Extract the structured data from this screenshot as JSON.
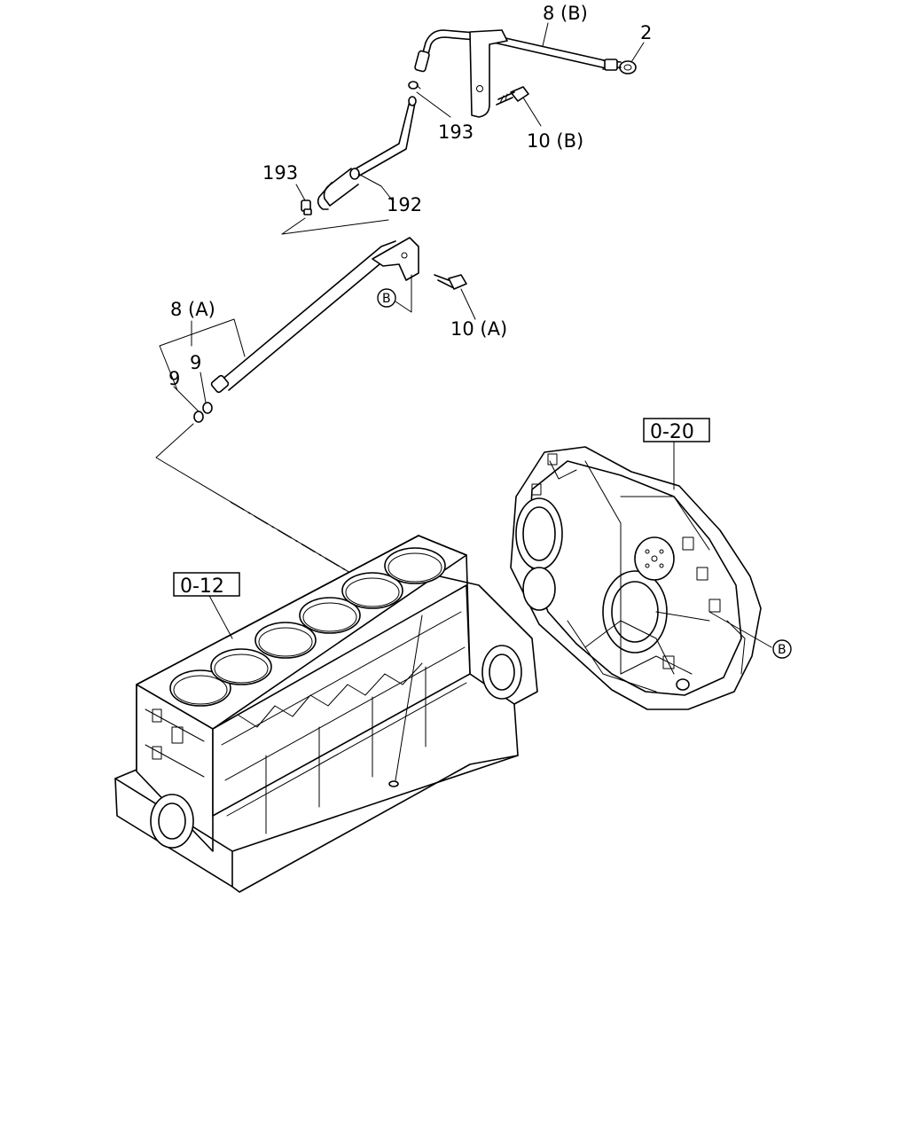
{
  "callouts": {
    "p8b": "8 (B)",
    "p2": "2",
    "p193_upper": "193",
    "p10b": "10 (B)",
    "p193_lower": "193",
    "p192": "192",
    "p8a": "8 (A)",
    "p9_a": "9",
    "p9_b": "9",
    "p10a": "10 (A)"
  },
  "references": {
    "block": "0-12",
    "housing": "0-20"
  },
  "circle_markers": {
    "bracket": "B",
    "housing": "B"
  }
}
